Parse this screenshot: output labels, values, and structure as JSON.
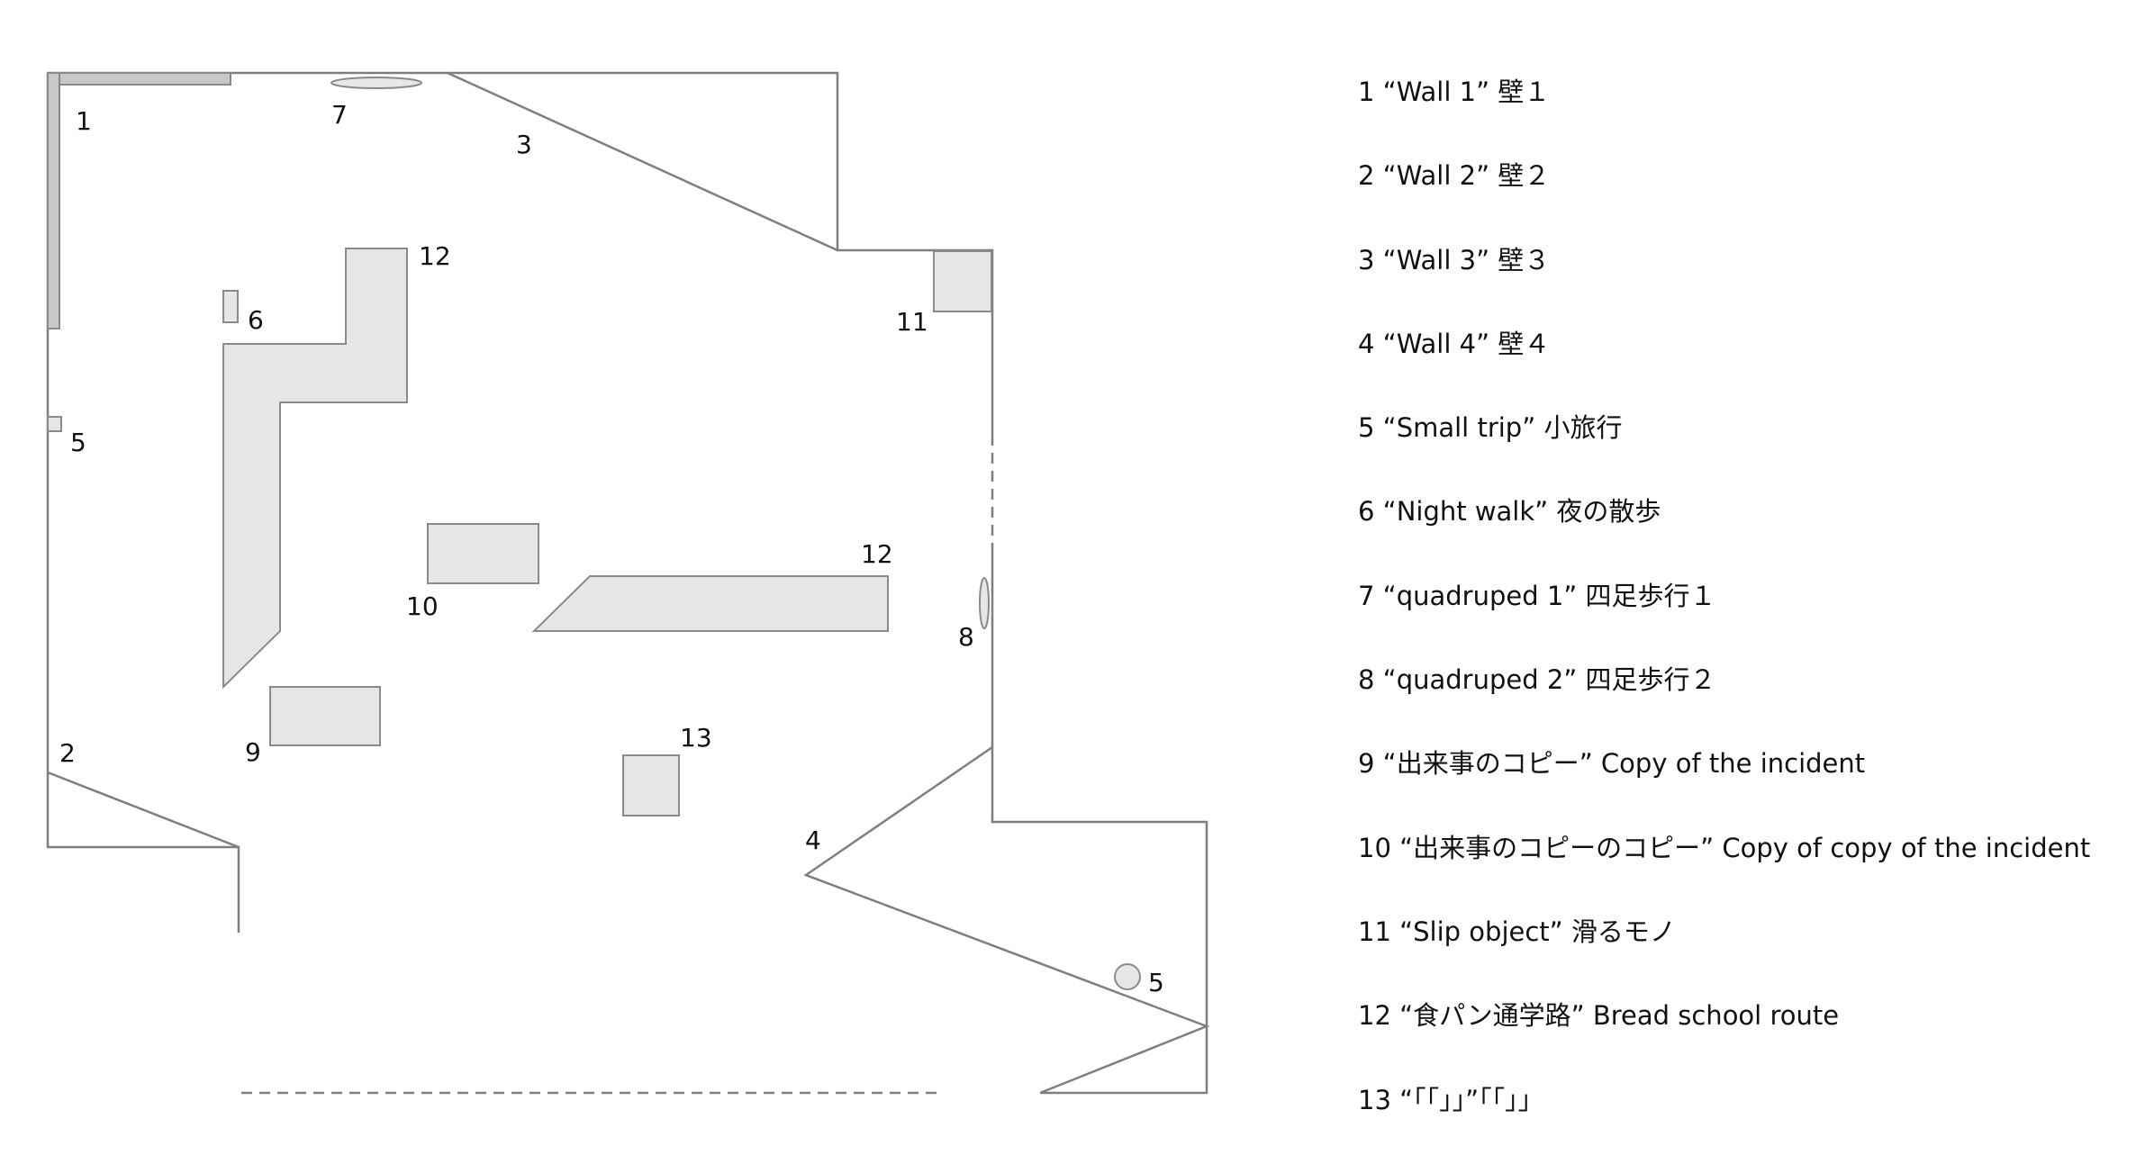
{
  "colors": {
    "wall": "#7f7f7f",
    "object_fill": "#e6e6e6",
    "object_stroke": "#8a8a8a",
    "wall1_fill": "#c8c8c8",
    "text": "#111111"
  },
  "plan_labels": {
    "wall_1": "1",
    "quadruped_1": "7",
    "wall_3": "3",
    "bread_route_top": "12",
    "night_walk": "6",
    "slip_object": "11",
    "small_trip_left": "5",
    "copy_of_copy": "10",
    "bread_route_middle": "12",
    "quadruped_2": "8",
    "wall_2": "2",
    "copy_of_incident": "9",
    "bracket_object": "13",
    "wall_4": "4",
    "small_trip_right": "5"
  },
  "legend": [
    "1 “Wall 1” 壁１",
    "2 “Wall 2” 壁２",
    "3 “Wall 3” 壁３",
    "4 “Wall 4” 壁４",
    "5 “Small trip” 小旅行",
    "6 “Night walk” 夜の散歩",
    "7 “quadruped 1” 四足歩行１",
    "8 “quadruped 2” 四足歩行２",
    "9 “出来事のコピー” Copy of the incident",
    "10 “出来事のコピーのコピー” Copy of copy of the incident",
    "11 “Slip object” 滑るモノ",
    "12 “食パン通学路” Bread school route",
    "13 “「「」」”「「」」"
  ]
}
